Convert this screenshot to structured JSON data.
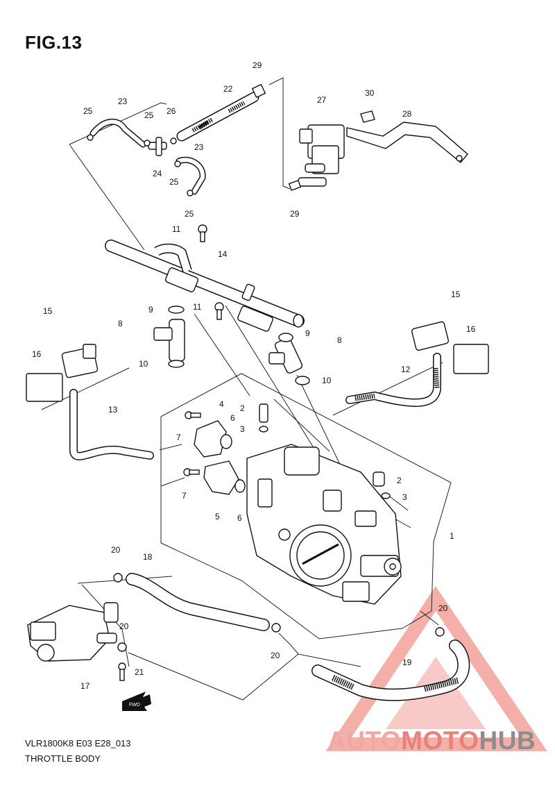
{
  "figure": {
    "title": "FIG.13"
  },
  "footer": {
    "code": "VLR1800K8 E03 E28_013",
    "caption": "THROTTLE BODY"
  },
  "watermark": {
    "part1": "AUTO",
    "part2": "MOTO",
    "part3": "HUB",
    "color_light": "#f1a8a0",
    "color_mid": "#e8817a",
    "color_gray": "#8d8d8d"
  },
  "fwd_label": "FWD",
  "callouts": [
    {
      "id": "c29a",
      "label": "29"
    },
    {
      "id": "c22",
      "label": "22"
    },
    {
      "id": "c27",
      "label": "27"
    },
    {
      "id": "c30",
      "label": "30"
    },
    {
      "id": "c28",
      "label": "28"
    },
    {
      "id": "c23a",
      "label": "23"
    },
    {
      "id": "c25a",
      "label": "25"
    },
    {
      "id": "c25b",
      "label": "25"
    },
    {
      "id": "c26",
      "label": "26"
    },
    {
      "id": "c23b",
      "label": "23"
    },
    {
      "id": "c24",
      "label": "24"
    },
    {
      "id": "c25c",
      "label": "25"
    },
    {
      "id": "c25d",
      "label": "25"
    },
    {
      "id": "c29b",
      "label": "29"
    },
    {
      "id": "c11a",
      "label": "11"
    },
    {
      "id": "c14",
      "label": "14"
    },
    {
      "id": "c11b",
      "label": "11"
    },
    {
      "id": "c9a",
      "label": "9"
    },
    {
      "id": "c8a",
      "label": "8"
    },
    {
      "id": "c10a",
      "label": "10"
    },
    {
      "id": "c9b",
      "label": "9"
    },
    {
      "id": "c8b",
      "label": "8"
    },
    {
      "id": "c10b",
      "label": "10"
    },
    {
      "id": "c15a",
      "label": "15"
    },
    {
      "id": "c16a",
      "label": "16"
    },
    {
      "id": "c13",
      "label": "13"
    },
    {
      "id": "c15b",
      "label": "15"
    },
    {
      "id": "c16b",
      "label": "16"
    },
    {
      "id": "c12",
      "label": "12"
    },
    {
      "id": "c4",
      "label": "4"
    },
    {
      "id": "c2a",
      "label": "2"
    },
    {
      "id": "c6a",
      "label": "6"
    },
    {
      "id": "c3a",
      "label": "3"
    },
    {
      "id": "c7a",
      "label": "7"
    },
    {
      "id": "c7b",
      "label": "7"
    },
    {
      "id": "c5",
      "label": "5"
    },
    {
      "id": "c6b",
      "label": "6"
    },
    {
      "id": "c2b",
      "label": "2"
    },
    {
      "id": "c3b",
      "label": "3"
    },
    {
      "id": "c1",
      "label": "1"
    },
    {
      "id": "c20a",
      "label": "20"
    },
    {
      "id": "c18",
      "label": "18"
    },
    {
      "id": "c20b",
      "label": "20"
    },
    {
      "id": "c20c",
      "label": "20"
    },
    {
      "id": "c20d",
      "label": "20"
    },
    {
      "id": "c19",
      "label": "19"
    },
    {
      "id": "c21",
      "label": "21"
    },
    {
      "id": "c17",
      "label": "17"
    }
  ]
}
